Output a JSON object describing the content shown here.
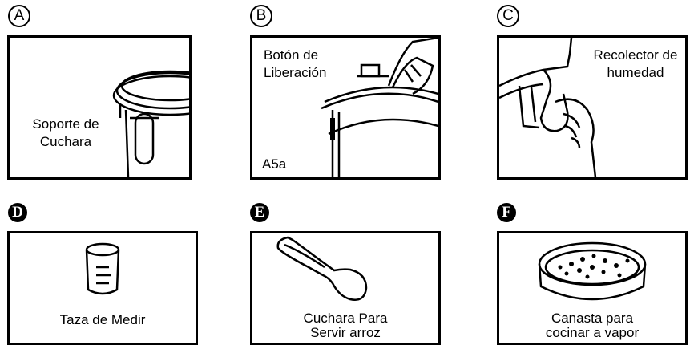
{
  "panels": [
    {
      "letter": "A",
      "labels": [
        "Soporte de",
        "Cuchara"
      ]
    },
    {
      "letter": "B",
      "labels": [
        "Botón de",
        "Liberación"
      ],
      "code": "A5a"
    },
    {
      "letter": "C",
      "labels": [
        "Recolector de",
        "humedad"
      ]
    },
    {
      "letter": "D",
      "labels": [
        "Taza de Medir"
      ]
    },
    {
      "letter": "E",
      "labels": [
        "Cuchara Para",
        "Servir arroz"
      ]
    },
    {
      "letter": "F",
      "labels": [
        "Canasta para",
        "cocinar a vapor"
      ]
    }
  ],
  "icons": {
    "A": "spoon-holder-icon",
    "B": "release-button-icon",
    "C": "moisture-collector-icon",
    "D": "measuring-cup-icon",
    "E": "rice-spoon-icon",
    "F": "steamer-basket-icon"
  }
}
